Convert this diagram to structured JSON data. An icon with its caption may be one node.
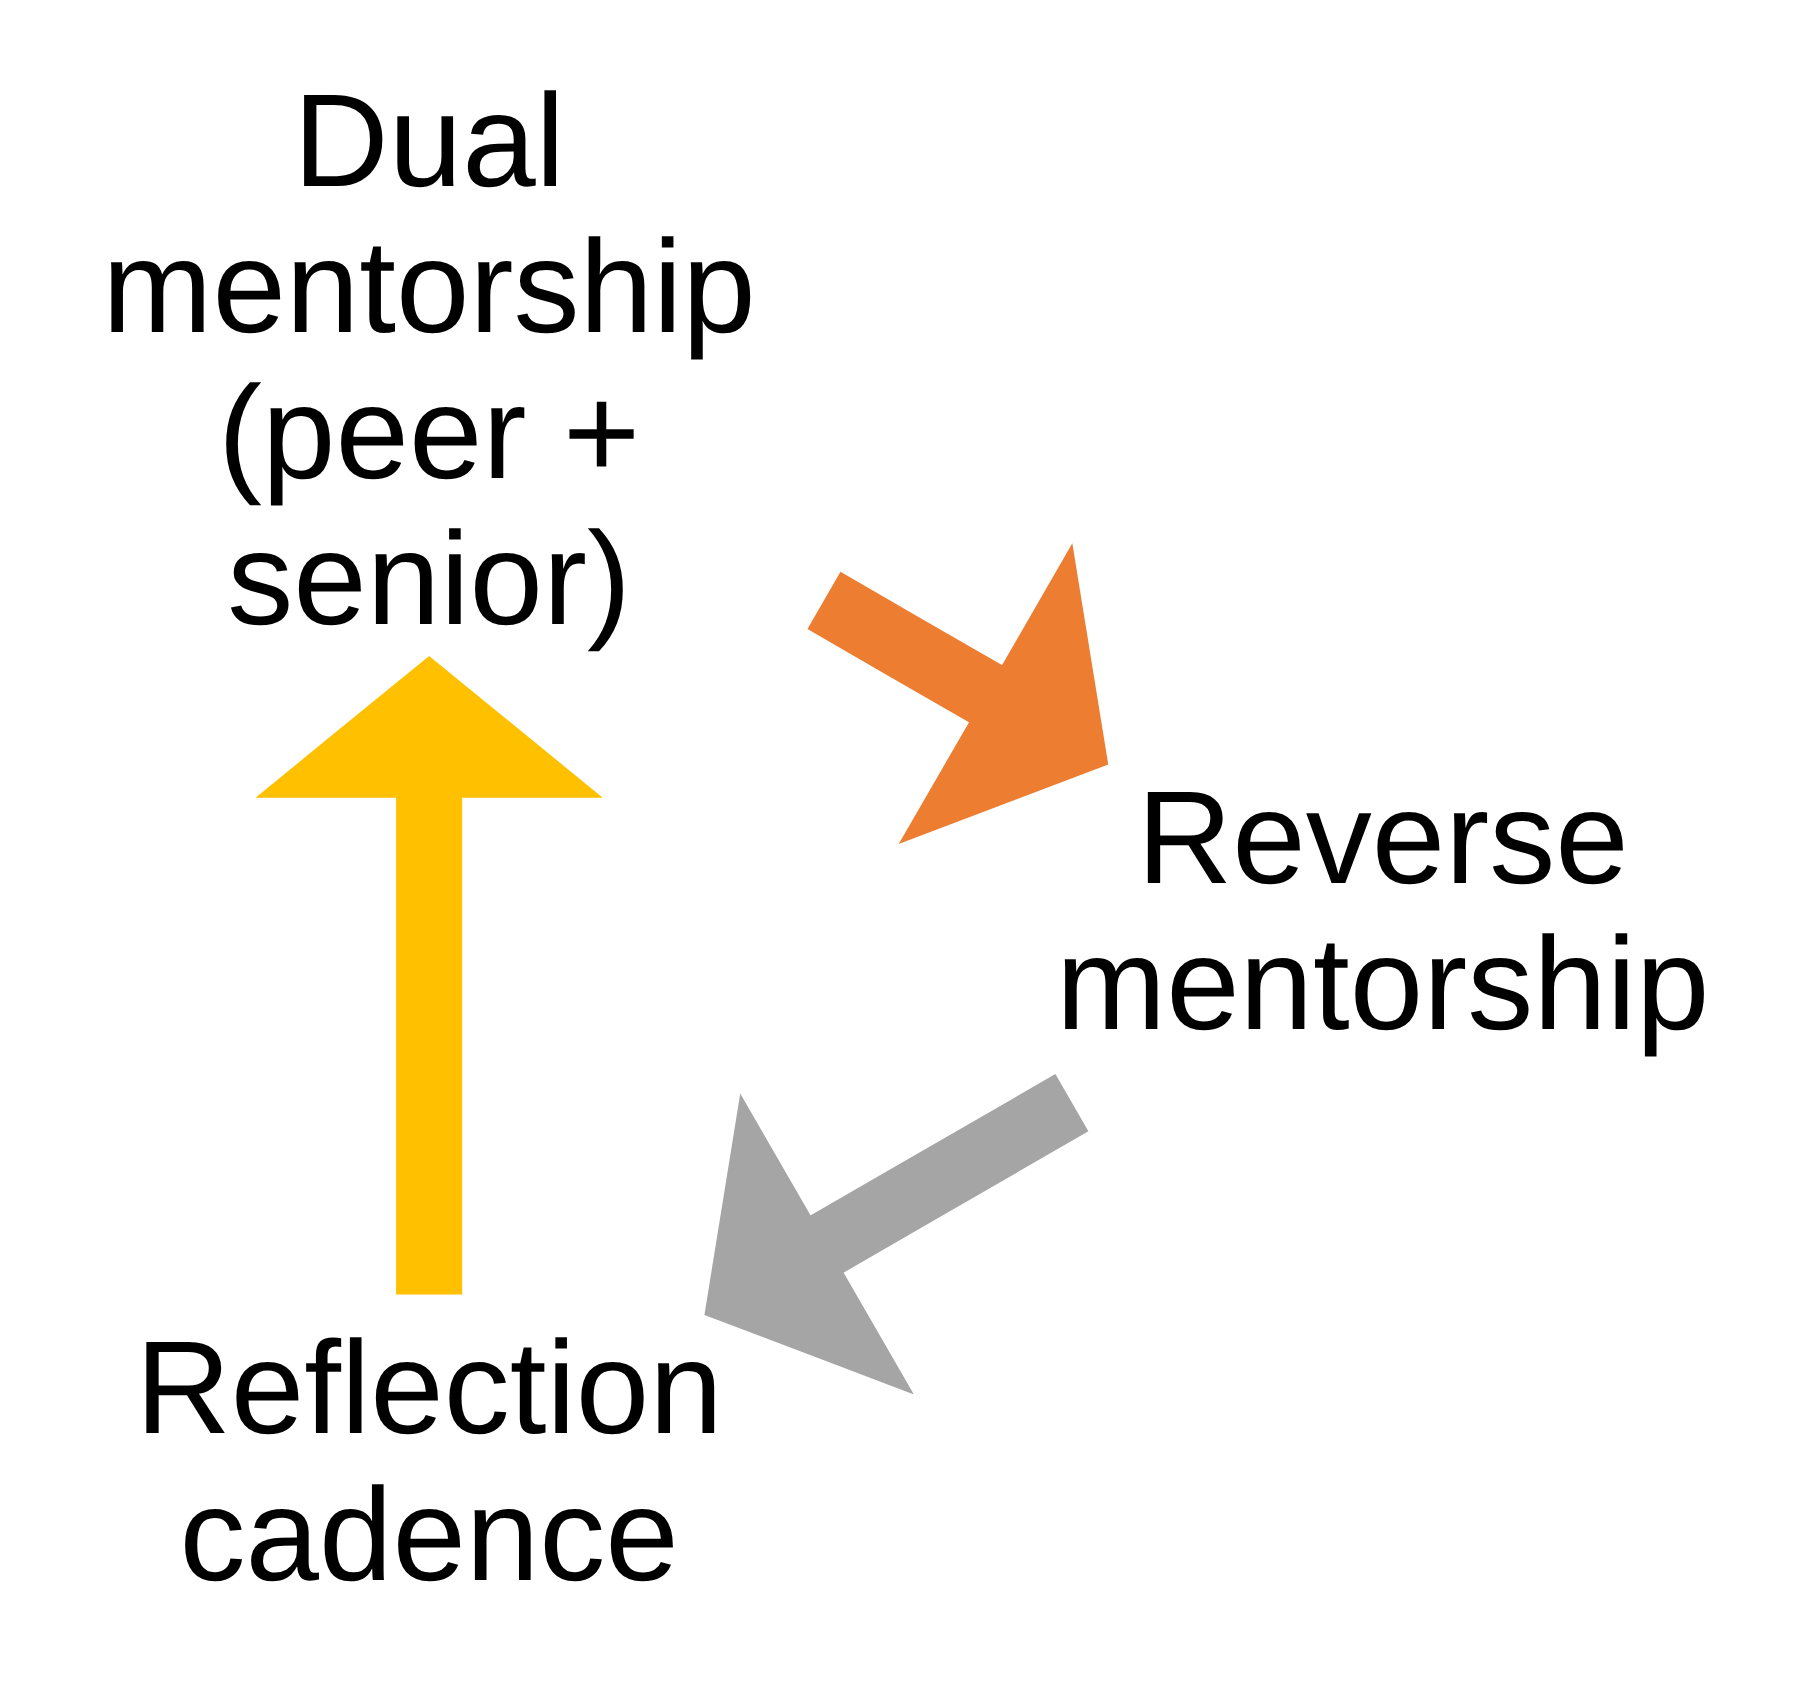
{
  "diagram": {
    "nodes": [
      {
        "text": [
          "Reflection cadence"
        ]
      },
      {
        "text": [
          "Dual mentorship (peer + senior)"
        ]
      },
      {
        "text": [
          "Reverse mentorship"
        ]
      }
    ],
    "edges": [
      {
        "from": 0,
        "to": 1,
        "arrow": "to",
        "color": "#ffc000"
      },
      {
        "from": 1,
        "to": 2,
        "arrow": "to",
        "color": "#ed7d31"
      },
      {
        "from": 2,
        "to": 0,
        "arrow": "to",
        "color": "#a5a5a5"
      }
    ]
  }
}
